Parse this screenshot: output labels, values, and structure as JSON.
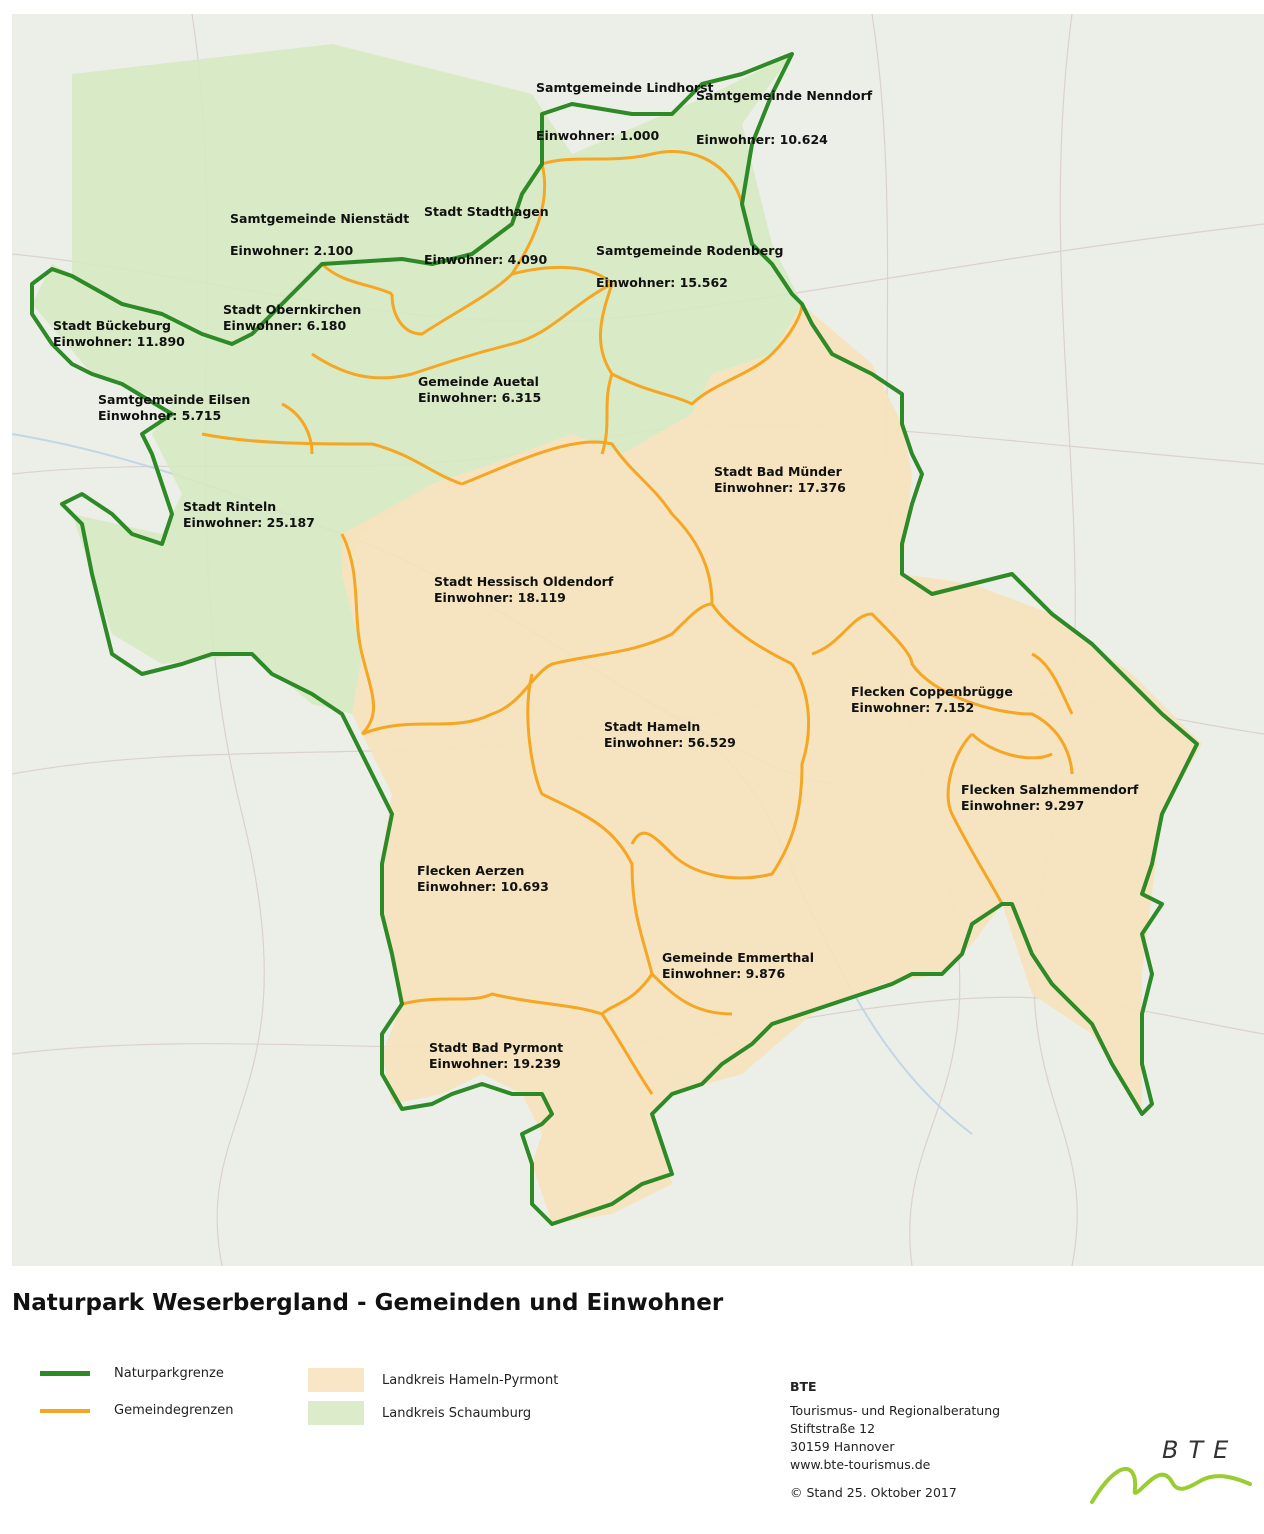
{
  "title": "Naturpark Weserbergland - Gemeinden und Einwohner",
  "colors": {
    "naturpark": "#2d8a27",
    "gemeinde": "#f5a623",
    "hameln_fill": "#f6e3bd",
    "schaumburg_fill": "#d7e9c2",
    "background": "#ecefe7"
  },
  "places": [
    {
      "name": "Samtgemeinde Lindhorst",
      "pop": "Einwohner: 1.000"
    },
    {
      "name": "Samtgemeinde Nenndorf",
      "pop": "Einwohner: 10.624"
    },
    {
      "name": "Samtgemeinde Nienstädt",
      "pop": "Einwohner: 2.100"
    },
    {
      "name": "Stadt Stadthagen",
      "pop": "Einwohner: 4.090"
    },
    {
      "name": "Samtgemeinde Rodenberg",
      "pop": "Einwohner: 15.562"
    },
    {
      "name": "Stadt Obernkirchen",
      "pop": "Einwohner: 6.180"
    },
    {
      "name": "Stadt Bückeburg",
      "pop": "Einwohner: 11.890"
    },
    {
      "name": "Gemeinde Auetal",
      "pop": "Einwohner: 6.315"
    },
    {
      "name": "Samtgemeinde Eilsen",
      "pop": "Einwohner: 5.715"
    },
    {
      "name": "Stadt Bad Münder",
      "pop": "Einwohner: 17.376"
    },
    {
      "name": "Stadt Rinteln",
      "pop": "Einwohner: 25.187"
    },
    {
      "name": "Stadt Hessisch Oldendorf",
      "pop": "Einwohner: 18.119"
    },
    {
      "name": "Flecken Coppenbrügge",
      "pop": "Einwohner: 7.152"
    },
    {
      "name": "Stadt Hameln",
      "pop": "Einwohner: 56.529"
    },
    {
      "name": "Flecken Salzhemmendorf",
      "pop": "Einwohner: 9.297"
    },
    {
      "name": "Flecken Aerzen",
      "pop": "Einwohner: 10.693"
    },
    {
      "name": "Gemeinde Emmerthal",
      "pop": "Einwohner: 9.876"
    },
    {
      "name": "Stadt Bad Pyrmont",
      "pop": "Einwohner: 19.239"
    }
  ],
  "legend": {
    "naturparkgrenze": "Naturparkgrenze",
    "gemeindegrenzen": "Gemeindegrenzen",
    "hameln_pyrmont": "Landkreis Hameln-Pyrmont",
    "schaumburg": "Landkreis Schaumburg"
  },
  "imprint": {
    "org": "BTE",
    "line1": "Tourismus- und Regionalberatung",
    "line2": "Stiftstraße 12",
    "line3": "30159 Hannover",
    "line4": "www.bte-tourismus.de",
    "stand": "© Stand 25. Oktober 2017"
  },
  "logo_text": "BTE"
}
